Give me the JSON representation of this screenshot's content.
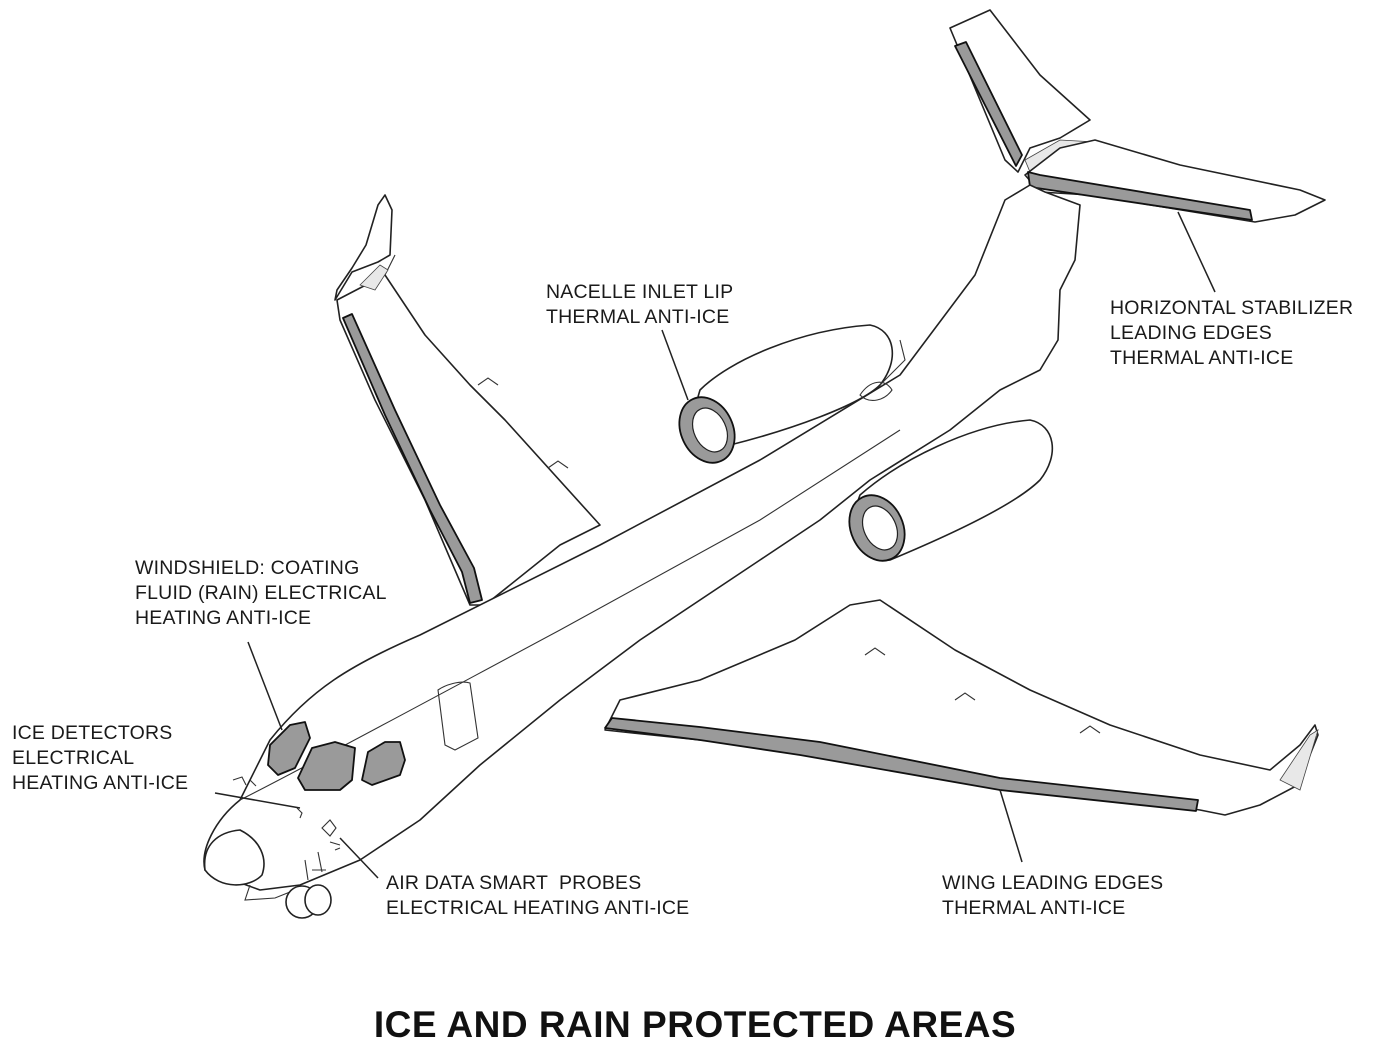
{
  "title": "ICE AND RAIN PROTECTED AREAS",
  "callouts": {
    "nacelle": [
      "NACELLE INLET LIP",
      "THERMAL ANTI-ICE"
    ],
    "stabilizer": [
      "HORIZONTAL STABILIZER",
      "LEADING EDGES",
      "THERMAL ANTI-ICE"
    ],
    "windshield": [
      "WINDSHIELD: COATING",
      "FLUID (RAIN) ELECTRICAL",
      "HEATING ANTI-ICE"
    ],
    "ice_detectors": [
      "ICE DETECTORS",
      "ELECTRICAL",
      "HEATING ANTI-ICE"
    ],
    "air_data": [
      "AIR DATA SMART  PROBES",
      "ELECTRICAL HEATING ANTI-ICE"
    ],
    "wing": [
      "WING LEADING EDGES",
      "THERMAL ANTI-ICE"
    ]
  },
  "colors": {
    "protected_fill": "#9a9a9a",
    "outline": "#222222",
    "background": "#ffffff"
  }
}
